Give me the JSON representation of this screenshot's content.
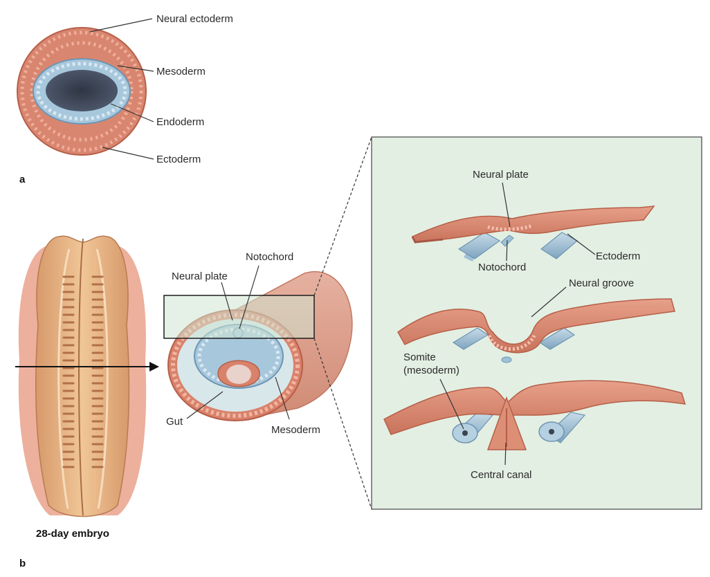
{
  "panel_a": {
    "letter": "a",
    "labels": {
      "neural_ectoderm": "Neural ectoderm",
      "mesoderm": "Mesoderm",
      "endoderm": "Endoderm",
      "ectoderm": "Ectoderm"
    }
  },
  "panel_b": {
    "letter": "b",
    "embryo_caption": "28-day embryo",
    "section_labels": {
      "notochord": "Notochord",
      "neural_plate": "Neural plate",
      "gut": "Gut",
      "mesoderm": "Mesoderm"
    },
    "detail_labels": {
      "neural_plate": "Neural plate",
      "notochord": "Notochord",
      "ectoderm": "Ectoderm",
      "neural_groove": "Neural groove",
      "somite_line1": "Somite",
      "somite_line2": "(mesoderm)",
      "central_canal": "Central canal"
    }
  },
  "colors": {
    "ectoderm": "#d9826b",
    "ectoderm_dark": "#b65e48",
    "mesoderm": "#9fc0d6",
    "mesoderm_dark": "#6d95b3",
    "endoderm_core": "#3b4352",
    "embryo_tan": "#e7b58a",
    "embryo_dark": "#c68a5f",
    "detail_bg": "#e3efe3"
  }
}
